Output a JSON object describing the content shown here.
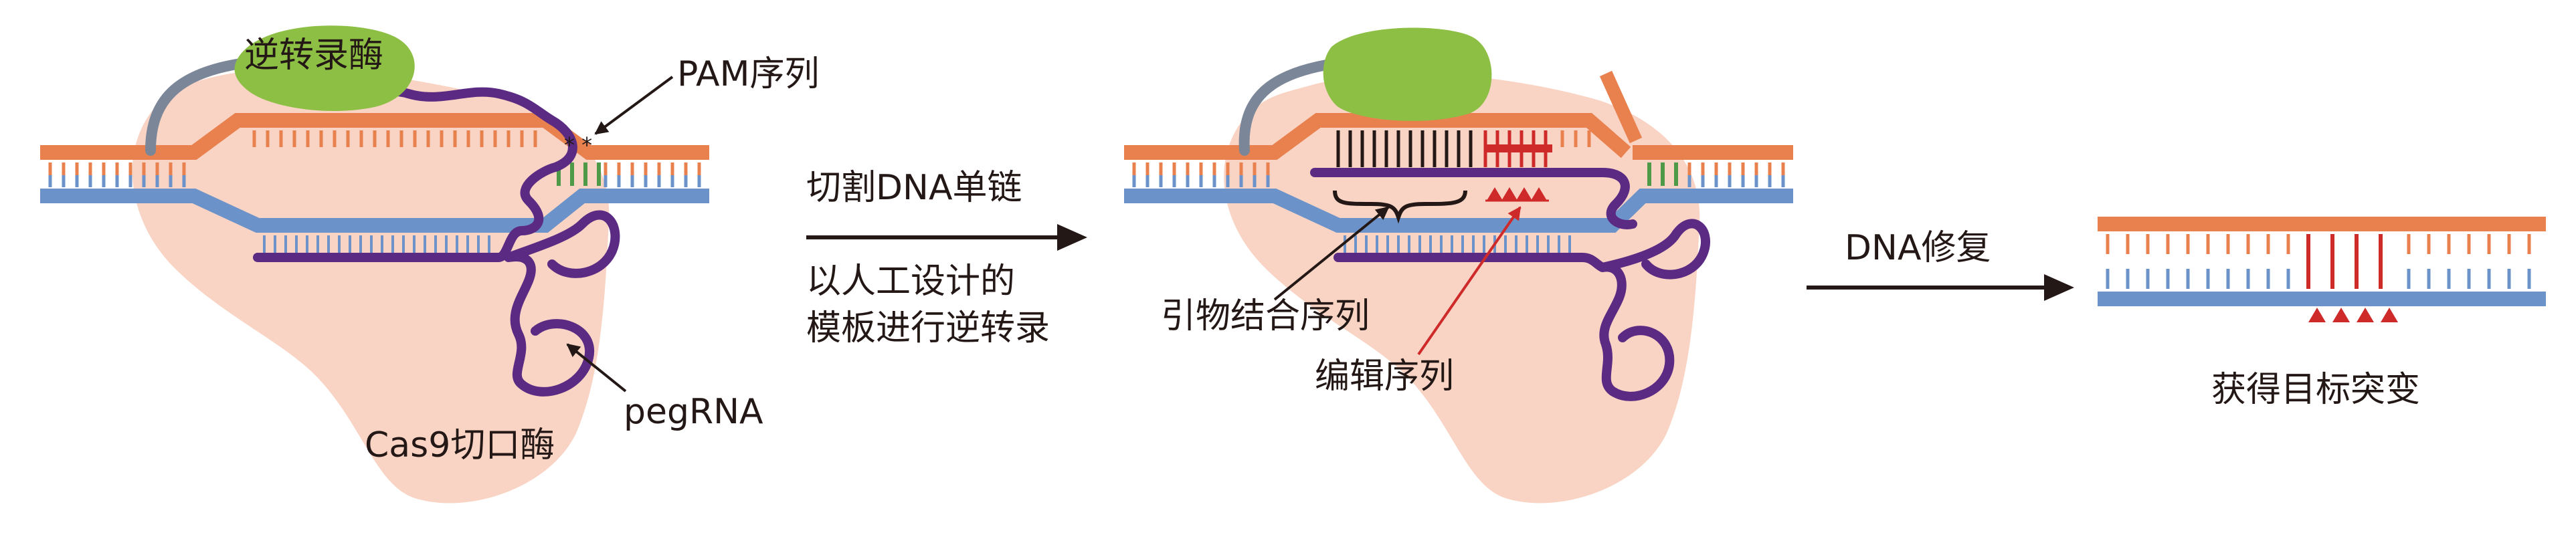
{
  "colors": {
    "top_strand": "#e9814f",
    "bottom_strand": "#6c93c9",
    "pegrna": "#5b2b83",
    "rt_enzyme": "#8cbf44",
    "cas9": "#f9d4c4",
    "linker": "#7b8798",
    "edit_red": "#cf2a2a",
    "pam_green": "#4e9a48",
    "primer_black": "#231815",
    "text": "#231815"
  },
  "panel1": {
    "rt_label": "逆转录酶",
    "pam_label": "PAM序列",
    "pam_marks": "* *",
    "pegrna_label": "pegRNA",
    "cas9_label": "Cas9切口酶"
  },
  "step1": {
    "top_text": "切割DNA单链",
    "bottom_line1": "以人工设计的",
    "bottom_line2": "模板进行逆转录"
  },
  "panel2": {
    "pbs_label": "引物结合序列",
    "edit_label": "编辑序列"
  },
  "step2": {
    "text": "DNA修复"
  },
  "panel3": {
    "result_label": "获得目标突变"
  }
}
